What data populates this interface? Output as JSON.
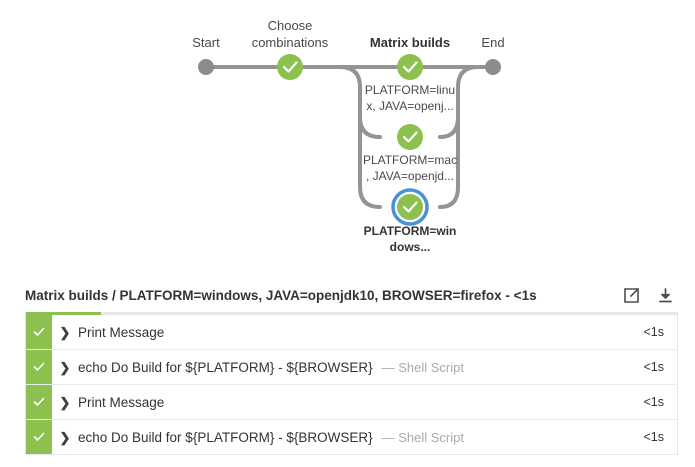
{
  "pipeline": {
    "stages": [
      {
        "label": "Start",
        "selected": false
      },
      {
        "label": "Choose\ncombinations",
        "selected": false
      },
      {
        "label": "Matrix builds",
        "selected": true
      },
      {
        "label": "End",
        "selected": false
      }
    ],
    "matrix_nodes": [
      {
        "label": "PLATFORM=linu\nx, JAVA=openj...",
        "status": "success",
        "selected": false
      },
      {
        "label": "PLATFORM=mac\n, JAVA=openjd...",
        "status": "success",
        "selected": false
      },
      {
        "label": "PLATFORM=win\ndows...",
        "status": "success",
        "selected": true
      }
    ],
    "colors": {
      "success": "#8cc04f",
      "connector": "#949494",
      "endpoint": "#8c8c8c",
      "selection_ring": "#4a90d9"
    }
  },
  "steps_panel": {
    "title": "Matrix builds / PLATFORM=windows, JAVA=openjdk10, BROWSER=firefox - <1s",
    "open_icon": "external-link-icon",
    "download_icon": "download-icon",
    "accent_color": "#8cc04f",
    "rows": [
      {
        "status": "success",
        "name": "Print Message",
        "meta": "",
        "duration": "<1s"
      },
      {
        "status": "success",
        "name": "echo Do Build for ${PLATFORM} - ${BROWSER}",
        "meta": "— Shell Script",
        "duration": "<1s"
      },
      {
        "status": "success",
        "name": "Print Message",
        "meta": "",
        "duration": "<1s"
      },
      {
        "status": "success",
        "name": "echo Do Build for ${PLATFORM} - ${BROWSER}",
        "meta": "— Shell Script",
        "duration": "<1s"
      }
    ]
  }
}
